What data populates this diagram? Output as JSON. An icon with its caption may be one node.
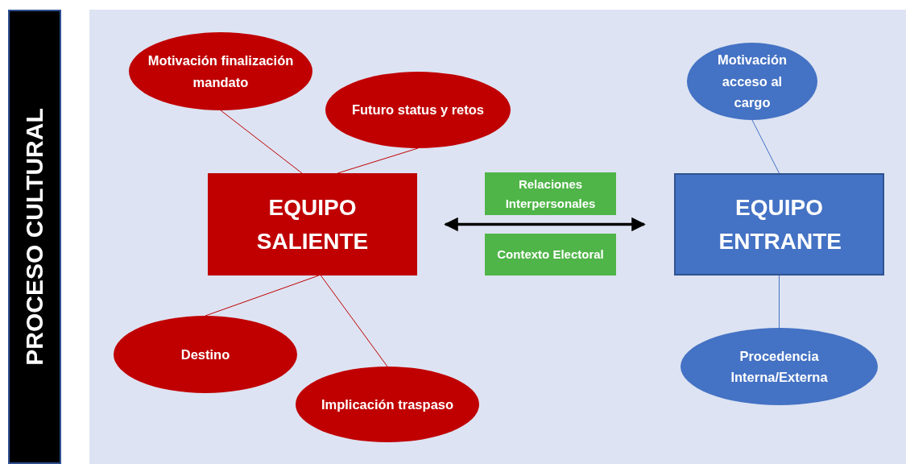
{
  "diagram": {
    "nodes": [
      {
        "text": [
          "PROCESO CULTURAL"
        ]
      },
      {
        "text": [
          "Motivación finalización mandato"
        ]
      },
      {
        "text": [
          "Motivación acceso al cargo"
        ]
      },
      {
        "text": [
          "Futuro status y retos"
        ]
      },
      {
        "text": [
          "EQUIPO SALIENTE"
        ]
      },
      {
        "text": [
          "Relaciones Interpersonales"
        ]
      },
      {
        "text": [
          "EQUIPO ENTRANTE"
        ]
      },
      {
        "text": [
          "Contexto Electoral"
        ]
      },
      {
        "text": [
          "Destino"
        ]
      },
      {
        "text": [
          "Procedencia Interna/Externa"
        ]
      },
      {
        "text": [
          "Implicación traspaso"
        ]
      }
    ],
    "edges": [
      {
        "from": 1,
        "to": 4,
        "arrow": "none"
      },
      {
        "from": 3,
        "to": 4,
        "arrow": "none"
      },
      {
        "from": 4,
        "to": 8,
        "arrow": "none"
      },
      {
        "from": 4,
        "to": 10,
        "arrow": "none"
      },
      {
        "from": 2,
        "to": 6,
        "arrow": "none",
        "color": "#4472c4"
      },
      {
        "from": 6,
        "to": 9,
        "arrow": "none",
        "color": "#4472c4"
      },
      {
        "from": 4,
        "to": 6,
        "arrow": "both",
        "style": "thick",
        "color": "#000000"
      }
    ]
  }
}
